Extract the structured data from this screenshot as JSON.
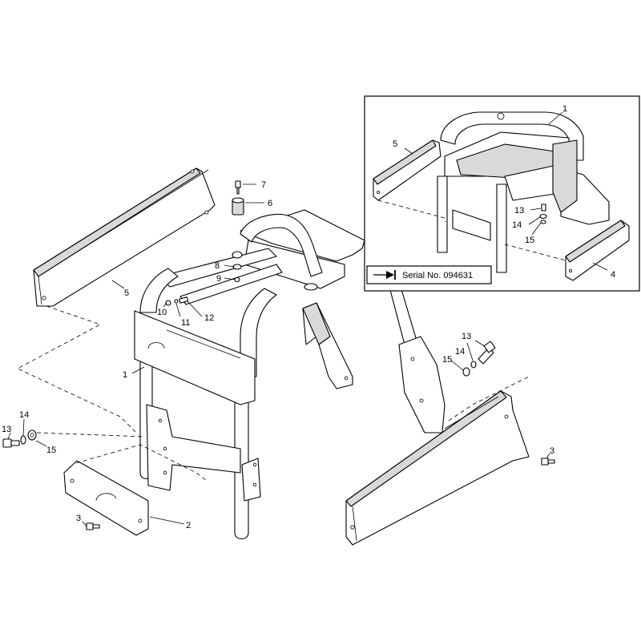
{
  "callouts": {
    "main": {
      "c1": "1",
      "c2": "2",
      "c3a": "3",
      "c3b": "3",
      "c5": "5",
      "c6": "6",
      "c7": "7",
      "c8": "8",
      "c9": "9",
      "c10": "10",
      "c11": "11",
      "c12": "12",
      "c13a": "13",
      "c13b": "13",
      "c14a": "14",
      "c14b": "14",
      "c15a": "15",
      "c15b": "15"
    },
    "inset": {
      "c1": "1",
      "c4": "4",
      "c5": "5",
      "c13": "13",
      "c14": "14",
      "c15": "15"
    }
  },
  "inset": {
    "serial_label": "Serial No. 094631",
    "serial_icon": "arrow-to-bar-icon"
  },
  "colors": {
    "line": "#000000",
    "background": "#ffffff",
    "shade": "#d9d9d9"
  }
}
